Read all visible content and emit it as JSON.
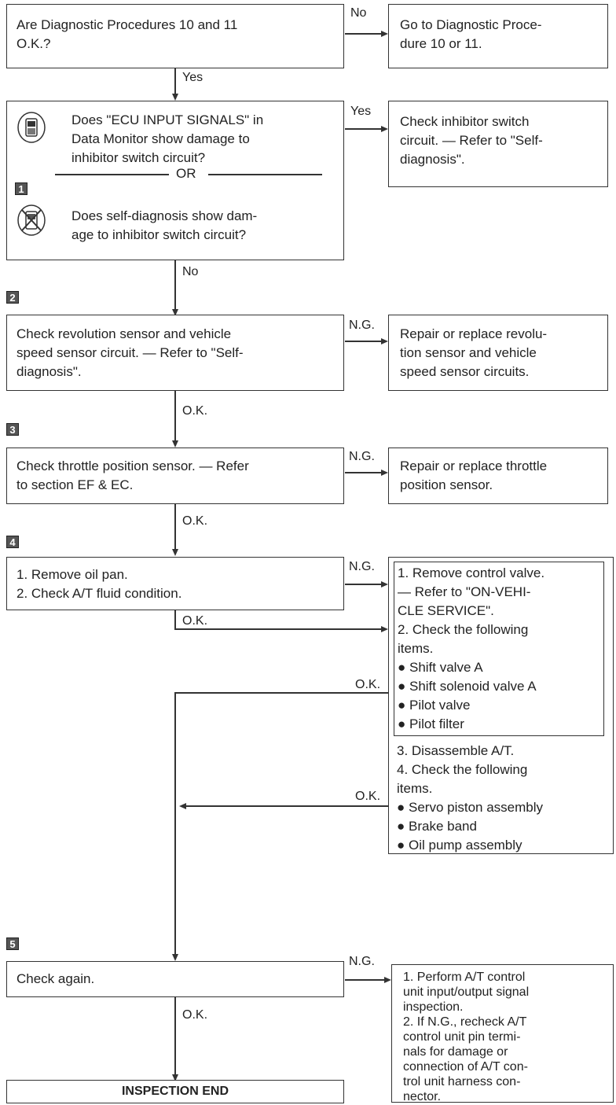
{
  "q1": {
    "text": "Are Diagnostic Procedures 10 and 11\nO.K.?"
  },
  "a1": {
    "text": "Go to Diagnostic Proce-\ndure 10 or 11."
  },
  "q2": {
    "upper": "Does \"ECU INPUT SIGNALS\" in\nData Monitor show damage to\ninhibitor switch circuit?",
    "or": "OR",
    "lower": "Does self-diagnosis show dam-\nage to inhibitor switch circuit?"
  },
  "a2": {
    "text": "Check inhibitor switch\ncircuit. — Refer to \"Self-\ndiagnosis\"."
  },
  "q3": {
    "text": "Check revolution sensor and vehicle\nspeed sensor circuit. — Refer to \"Self-\ndiagnosis\"."
  },
  "a3": {
    "text": "Repair or replace revolu-\ntion sensor and vehicle\nspeed sensor circuits."
  },
  "q4": {
    "text": "Check throttle position sensor. — Refer\nto section EF & EC."
  },
  "a4": {
    "text": "Repair or replace throttle\nposition sensor."
  },
  "q5": {
    "text": "1. Remove oil pan.\n2. Check A/T fluid condition."
  },
  "a5": {
    "inner": "1. Remove control valve.\n    — Refer to \"ON-VEHI-\n    CLE SERVICE\".\n2. Check the following\n    items.\n● Shift valve A\n● Shift solenoid valve A\n● Pilot valve\n● Pilot filter",
    "outer": "3. Disassemble A/T.\n4. Check the following\n    items.\n● Servo piston assembly\n● Brake band\n● Oil pump assembly"
  },
  "q6": {
    "text": "Check again."
  },
  "a6": {
    "text": "1. Perform A/T control\n    unit input/output signal\n    inspection.\n2. If N.G., recheck A/T\n    control unit pin termi-\n    nals for damage or\n    connection of A/T con-\n    trol unit harness con-\n    nector."
  },
  "end": {
    "text": "INSPECTION END"
  },
  "steps": [
    "1",
    "2",
    "3",
    "4",
    "5"
  ],
  "labels": {
    "no": "No",
    "yes": "Yes",
    "ng": "N.G.",
    "ok": "O.K."
  },
  "icons": {
    "consult": "consult-tester-icon",
    "nocheck": "no-tester-icon"
  }
}
